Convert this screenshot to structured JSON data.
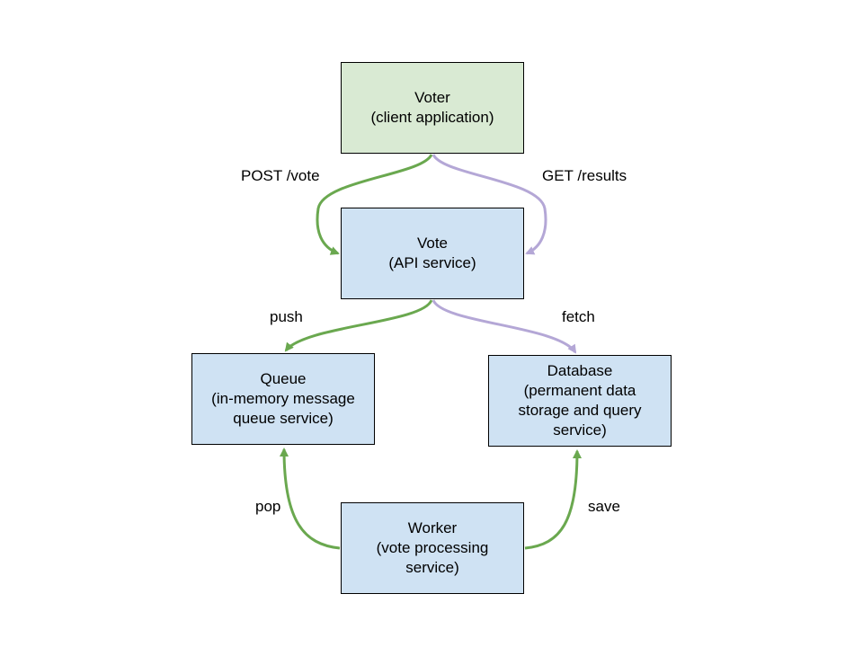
{
  "colors": {
    "green_fill": "#d9ead3",
    "blue_fill": "#cfe2f3",
    "green_arrow": "#6aa84f",
    "purple_arrow": "#b4a7d6"
  },
  "nodes": {
    "voter": {
      "title": "Voter",
      "subtitle": "(client application)"
    },
    "vote": {
      "title": "Vote",
      "subtitle": "(API service)"
    },
    "queue": {
      "title": "Queue",
      "subtitle_line1": "(in-memory message",
      "subtitle_line2": "queue service)"
    },
    "database": {
      "title": "Database",
      "subtitle_line1": "(permanent data",
      "subtitle_line2": "storage and query",
      "subtitle_line3": "service)"
    },
    "worker": {
      "title": "Worker",
      "subtitle_line1": "(vote processing",
      "subtitle_line2": "service)"
    }
  },
  "edges": {
    "post_vote": "POST /vote",
    "get_results": "GET /results",
    "push": "push",
    "fetch": "fetch",
    "pop": "pop",
    "save": "save"
  }
}
